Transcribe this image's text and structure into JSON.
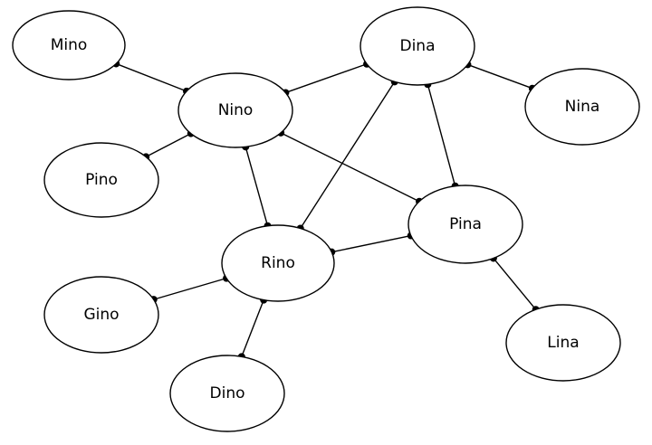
{
  "nodes": [
    {
      "id": "mino",
      "label": "Mino"
    },
    {
      "id": "dina",
      "label": "Dina"
    },
    {
      "id": "nino",
      "label": "Nino"
    },
    {
      "id": "nina",
      "label": "Nina"
    },
    {
      "id": "pino",
      "label": "Pino"
    },
    {
      "id": "pina",
      "label": "Pina"
    },
    {
      "id": "rino",
      "label": "Rino"
    },
    {
      "id": "gino",
      "label": "Gino"
    },
    {
      "id": "lina",
      "label": "Lina"
    },
    {
      "id": "dino",
      "label": "Dino"
    }
  ],
  "edges": [
    {
      "from": "mino",
      "to": "nino"
    },
    {
      "from": "nino",
      "to": "dina"
    },
    {
      "from": "dina",
      "to": "nina"
    },
    {
      "from": "nino",
      "to": "pino"
    },
    {
      "from": "nino",
      "to": "rino"
    },
    {
      "from": "nino",
      "to": "pina"
    },
    {
      "from": "dina",
      "to": "rino"
    },
    {
      "from": "dina",
      "to": "pina"
    },
    {
      "from": "rino",
      "to": "pina"
    },
    {
      "from": "rino",
      "to": "gino"
    },
    {
      "from": "rino",
      "to": "dino"
    },
    {
      "from": "pina",
      "to": "lina"
    }
  ],
  "colors": {
    "stroke": "#000000",
    "fill": "#ffffff"
  }
}
